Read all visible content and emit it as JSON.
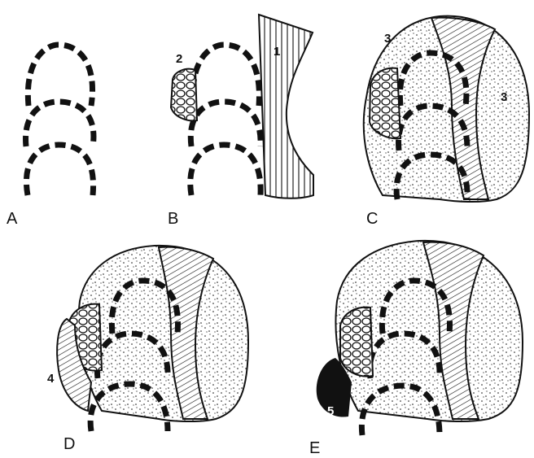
{
  "panels": {
    "a": {
      "label": "A"
    },
    "b": {
      "label": "B",
      "callouts": [
        "1",
        "2"
      ]
    },
    "c": {
      "label": "C",
      "callouts": [
        "3",
        "3"
      ]
    },
    "d": {
      "label": "D",
      "callouts": [
        "4"
      ]
    },
    "e": {
      "label": "E",
      "callouts": [
        "5"
      ]
    }
  },
  "colors": {
    "ink": "#111111",
    "paper": "#ffffff"
  }
}
